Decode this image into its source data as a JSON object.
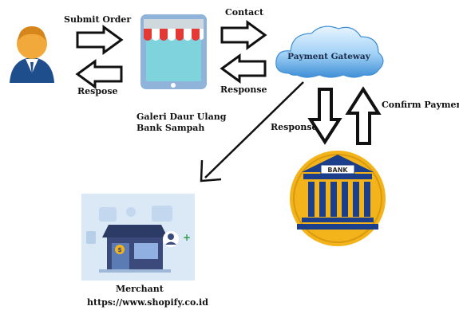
{
  "nodes": {
    "user": {
      "icon": "user-avatar-icon"
    },
    "store": {
      "icon": "storefront-tablet-icon",
      "label_line1": "Galeri Daur Ulang",
      "label_line2": "Bank Sampah"
    },
    "gateway": {
      "icon": "cloud-icon",
      "label": "Payment Gateway"
    },
    "bank": {
      "icon": "bank-building-icon",
      "sign": "BANK"
    },
    "merchant": {
      "icon": "shop-illustration-icon",
      "label": "Merchant",
      "url": "https://www.shopify.co.id"
    }
  },
  "edges": {
    "submit_order": "Submit Order",
    "user_response": "Respose",
    "contact": "Contact",
    "store_response": "Response",
    "bank_response": "Response",
    "confirm_payment": "Confirm Payment"
  },
  "colors": {
    "avatar_head": "#f2a93b",
    "avatar_body": "#1f4e8c",
    "tablet_frame": "#8fb3d9",
    "tablet_screen": "#7fd3dd",
    "awning_red": "#e53935",
    "cloud": "#5aa9e6",
    "bank_gold": "#f3b31b",
    "bank_blue": "#1c3f8c",
    "merchant_bg": "#dbe9f7"
  }
}
